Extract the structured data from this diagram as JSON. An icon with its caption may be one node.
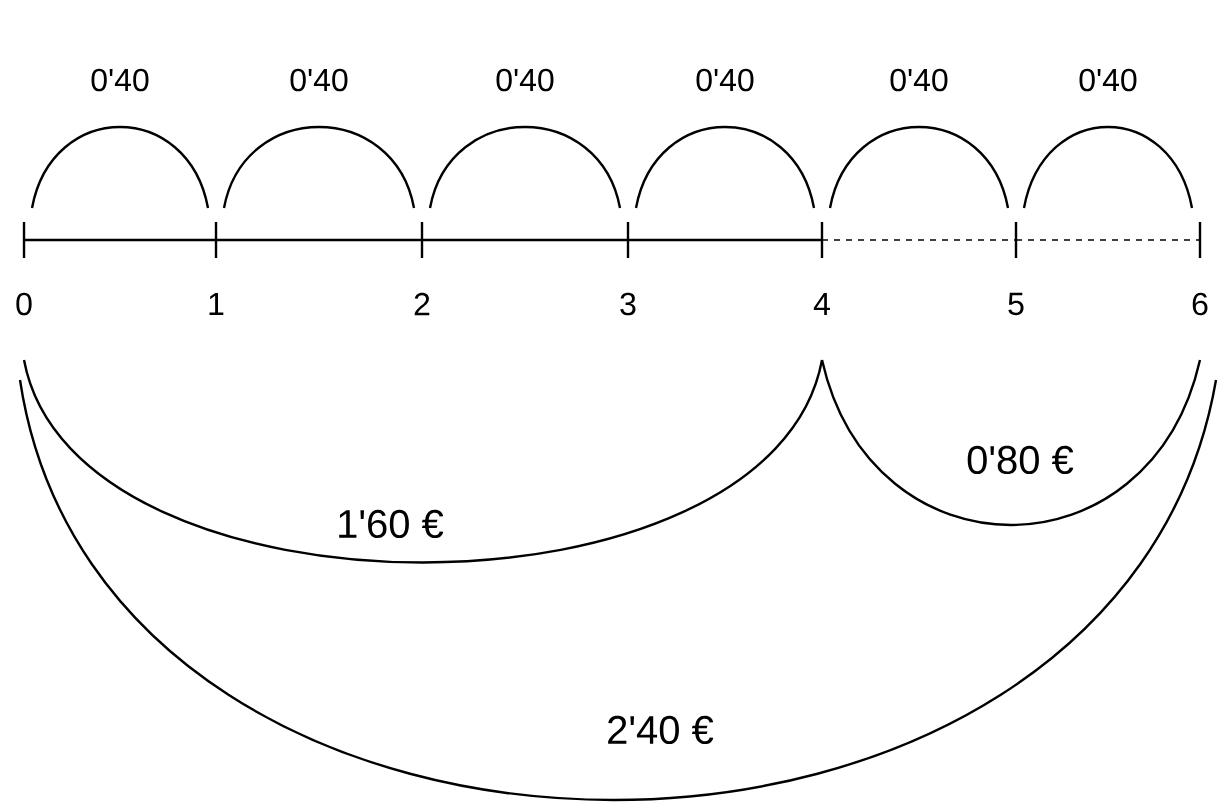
{
  "diagram": {
    "labels": [
      "0'40",
      "0'40",
      "0'40",
      "0'40",
      "0'40",
      "0'40",
      "0",
      "1",
      "2",
      "3",
      "4",
      "5",
      "6",
      "1'60 €",
      "0'80 €",
      "2'40 €"
    ]
  }
}
